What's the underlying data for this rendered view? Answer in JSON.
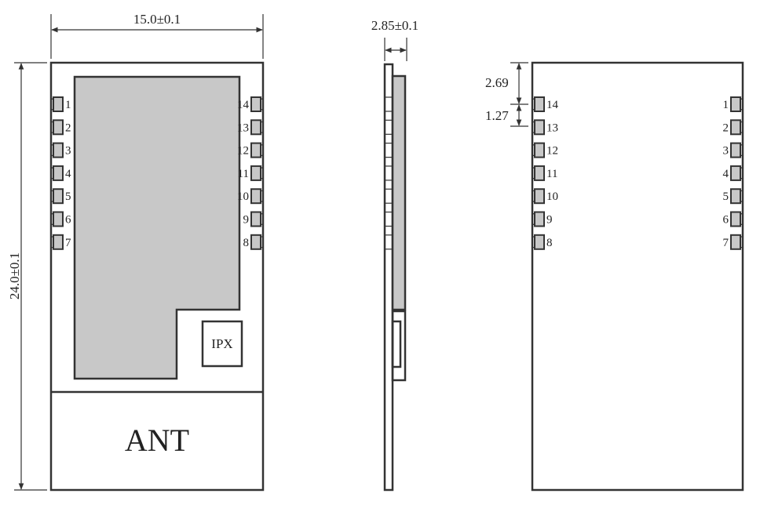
{
  "dimensions": {
    "width": "15.0±0.1",
    "height": "24.0±0.1",
    "thickness": "2.85±0.1",
    "first_pin_offset": "2.69",
    "pin_pitch": "1.27"
  },
  "labels": {
    "ipx": "IPX",
    "antenna": "ANT"
  },
  "front_view": {
    "left_pins": [
      "1",
      "2",
      "3",
      "4",
      "5",
      "6",
      "7"
    ],
    "right_pins": [
      "14",
      "13",
      "12",
      "11",
      "10",
      "9",
      "8"
    ]
  },
  "back_view": {
    "left_pins": [
      "14",
      "13",
      "12",
      "11",
      "10",
      "9",
      "8"
    ],
    "right_pins": [
      "1",
      "2",
      "3",
      "4",
      "5",
      "6",
      "7"
    ]
  }
}
